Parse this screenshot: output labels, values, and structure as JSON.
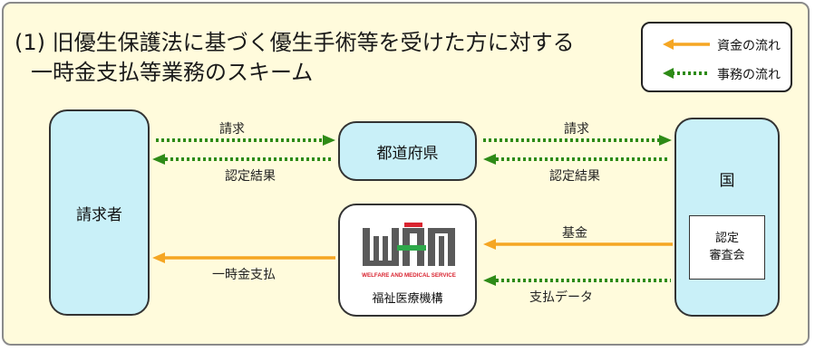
{
  "title": {
    "line1": "(1) 旧優生保護法に基づく優生手術等を受けた方に対する",
    "line2": "一時金支払等業務のスキーム"
  },
  "legend": {
    "funds": "資金の流れ",
    "work": "事務の流れ"
  },
  "nodes": {
    "claimant": "請求者",
    "prefecture": "都道府県",
    "country": "国",
    "review_line1": "認定",
    "review_line2": "審査会",
    "wam_name": "福祉医療機構",
    "wam_logo_text": "WELFARE AND MEDICAL SERVICE"
  },
  "flows": {
    "claim_left": "請求",
    "result_left": "認定結果",
    "claim_right": "請求",
    "result_right": "認定結果",
    "fund": "基金",
    "payment_data": "支払データ",
    "lump_sum": "一時金支払"
  },
  "colors": {
    "funds_arrow": "#f5a623",
    "work_arrow": "#2e8b17",
    "node_fill": "#c9f0f8",
    "background": "#fffbdc"
  }
}
